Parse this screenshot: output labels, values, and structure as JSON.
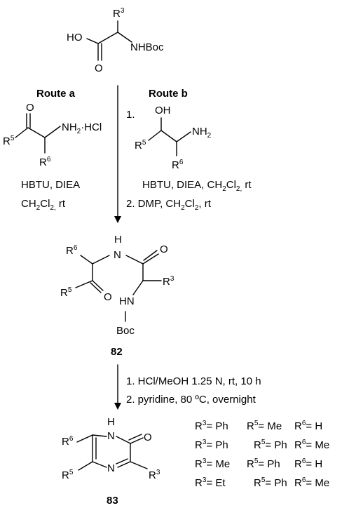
{
  "reactant": {
    "r3": "R",
    "r3_sup": "3",
    "ho": "HO",
    "nhboc": "NHBoc",
    "o": "O"
  },
  "route_a": {
    "title": "Route a",
    "o": "O",
    "amine_hcl": "NH",
    "amine_hcl_sub": "2",
    "amine_hcl_suffix": "·HCl",
    "r5": "R",
    "r5_sup": "5",
    "r6": "R",
    "r6_sup": "6",
    "cond1": "HBTU, DIEA",
    "cond2_a": "CH",
    "cond2_sub1": "2",
    "cond2_b": "Cl",
    "cond2_sub2": "2,",
    "cond2_c": " rt"
  },
  "route_b": {
    "title": "Route b",
    "step1_num": "1.",
    "oh": "OH",
    "nh2": "NH",
    "nh2_sub": "2",
    "r5": "R",
    "r5_sup": "5",
    "r6": "R",
    "r6_sup": "6",
    "cond1_a": "HBTU, DIEA, CH",
    "cond1_sub1": "2",
    "cond1_b": "Cl",
    "cond1_sub2": "2,",
    "cond1_c": " rt",
    "cond2_a": "2. DMP, CH",
    "cond2_sub1": "2",
    "cond2_b": "Cl",
    "cond2_sub2": "2",
    "cond2_c": ", rt"
  },
  "intermediate": {
    "h": "H",
    "n": "N",
    "o_top": "O",
    "r6": "R",
    "r6_sup": "6",
    "r5": "R",
    "r5_sup": "5",
    "o_left": "O",
    "hn": "HN",
    "r3": "R",
    "r3_sup": "3",
    "boc": "Boc",
    "label": "82"
  },
  "cyclization": {
    "step1": "1. HCl/MeOH 1.25 N, rt, 10 h",
    "step2": "2. pyridine, 80 ºC, overnight"
  },
  "product": {
    "h": "H",
    "n_top": "N",
    "o": "O",
    "r6": "R",
    "r6_sup": "6",
    "r5": "R",
    "r5_sup": "5",
    "n_bottom": "N",
    "r3": "R",
    "r3_sup": "3",
    "label": "83"
  },
  "substituents": [
    {
      "r3": "Ph",
      "r5": "Me",
      "r6": "H"
    },
    {
      "r3": "Ph",
      "r5": "Ph",
      "r6": "Me"
    },
    {
      "r3": "Me",
      "r5": "Ph",
      "r6": "H"
    },
    {
      "r3": "Et",
      "r5": "Ph",
      "r6": "Me"
    }
  ],
  "substituent_labels": {
    "r3_prefix": "R",
    "r3_sup": "3",
    "r5_prefix": "R",
    "r5_sup": "5",
    "r6_prefix": "R",
    "r6_sup": "6",
    "eq": "= "
  }
}
